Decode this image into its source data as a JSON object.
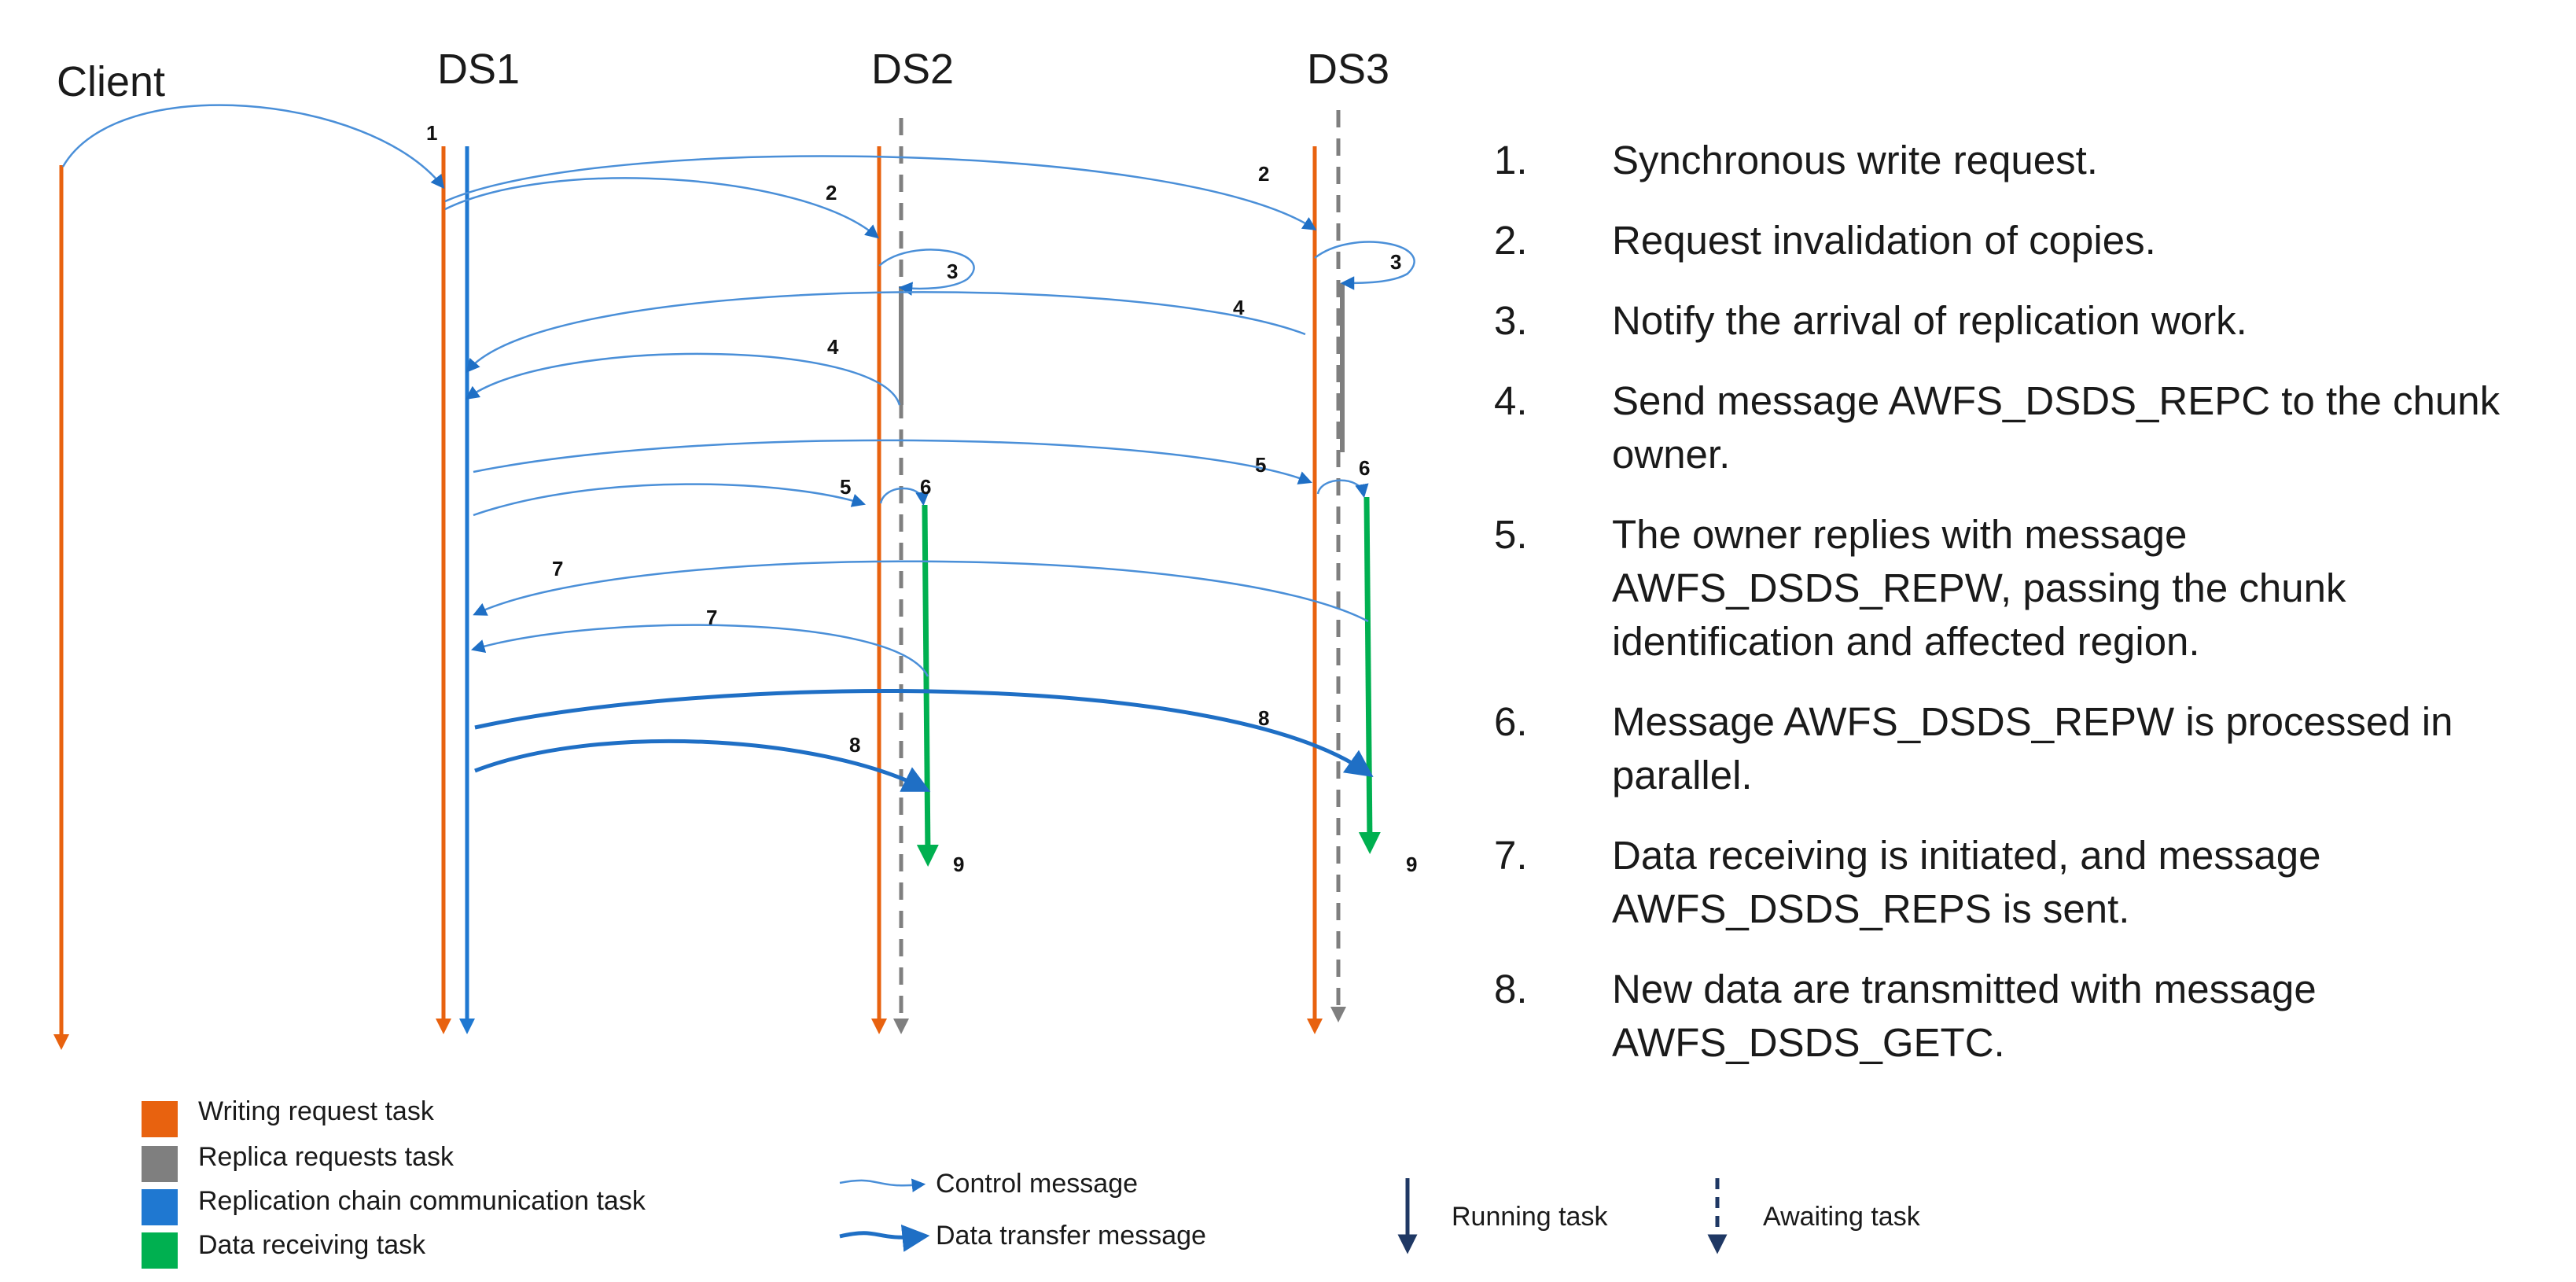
{
  "columns": {
    "client": "Client",
    "ds1": "DS1",
    "ds2": "DS2",
    "ds3": "DS3"
  },
  "message_numbers": {
    "m1": "1",
    "m2a": "2",
    "m2b": "2",
    "m3a": "3",
    "m3b": "3",
    "m4a": "4",
    "m4b": "4",
    "m5a": "5",
    "m5b": "5",
    "m6a": "6",
    "m6b": "6",
    "m7a": "7",
    "m7b": "7",
    "m8a": "8",
    "m8b": "8",
    "m9a": "9",
    "m9b": "9"
  },
  "steps": [
    {
      "num": "1.",
      "text": "Synchronous write request."
    },
    {
      "num": "2.",
      "text": "Request invalidation of copies."
    },
    {
      "num": "3.",
      "text": "Notify the arrival of replication work."
    },
    {
      "num": "4.",
      "text": "Send message AWFS_DSDS_REPC to the chunk owner."
    },
    {
      "num": "5.",
      "text": "The owner replies with message AWFS_DSDS_REPW, passing the chunk identification and affected region."
    },
    {
      "num": "6.",
      "text": "Message AWFS_DSDS_REPW is processed in parallel."
    },
    {
      "num": "7.",
      "text": "Data receiving is initiated, and message AWFS_DSDS_REPS is sent."
    },
    {
      "num": "8.",
      "text": "New data are transmitted with message AWFS_DSDS_GETC."
    }
  ],
  "legend": {
    "tasks": [
      {
        "label": "Writing request task",
        "color": "#E8620F"
      },
      {
        "label": "Replica requests task",
        "color": "#7F7F7F"
      },
      {
        "label": "Replication chain communication task",
        "color": "#1F78D1"
      },
      {
        "label": "Data receiving task",
        "color": "#00B050"
      }
    ],
    "messages": {
      "control": "Control message",
      "data": "Data transfer message"
    },
    "task_states": {
      "running": "Running task",
      "awaiting": "Awaiting task"
    }
  },
  "colors": {
    "writing": "#E8620F",
    "replica": "#7F7F7F",
    "chain": "#1F78D1",
    "receiving": "#00B050",
    "message": "#4A8FD8",
    "navy": "#1F3864"
  }
}
